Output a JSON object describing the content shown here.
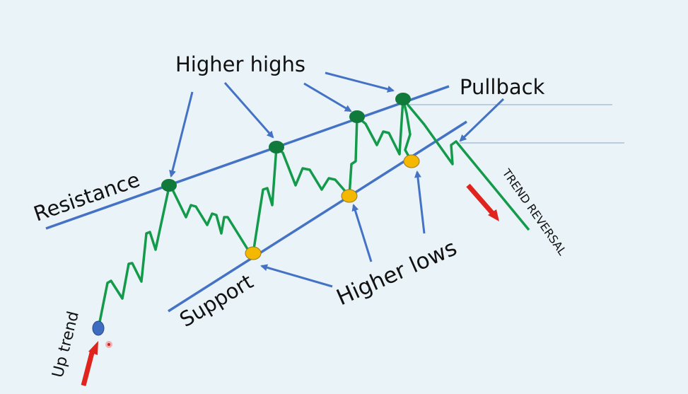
{
  "labels": {
    "higher_highs": "Higher highs",
    "pullback": "Pullback",
    "resistance": "Resistance",
    "support": "Support",
    "higher_lows": "Higher lows",
    "up_trend": "Up trend",
    "trend_reversal": "TREND REVERSAL"
  },
  "colors": {
    "background": "#eaf3f8",
    "trendline": "#4472c4",
    "price": "#139a4a",
    "high_point": "#0f7a3a",
    "low_point": "#f5b800",
    "start_point": "#3d6cc0",
    "arrow_red": "#e0231c"
  }
}
